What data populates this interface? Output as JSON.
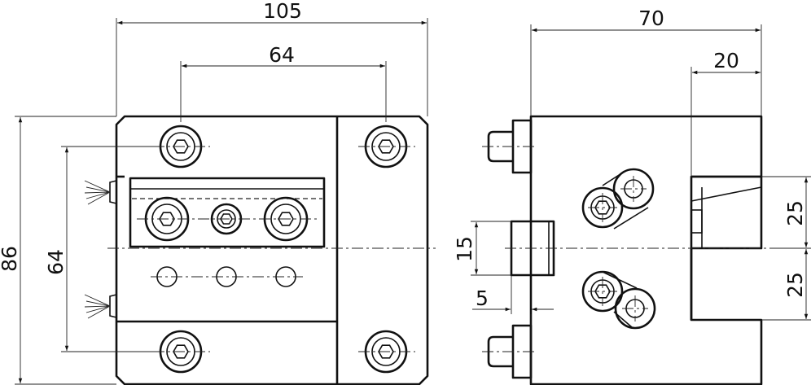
{
  "drawing": {
    "front_view": {
      "dimensions": {
        "overall_width": "105",
        "bolt_spacing_h": "64",
        "overall_height": "86",
        "bolt_spacing_v": "64"
      }
    },
    "side_view": {
      "dimensions": {
        "overall_depth": "70",
        "slot_width": "20",
        "upper_offset": "25",
        "lower_offset": "25",
        "boss_height": "15",
        "boss_depth": "5"
      }
    }
  }
}
